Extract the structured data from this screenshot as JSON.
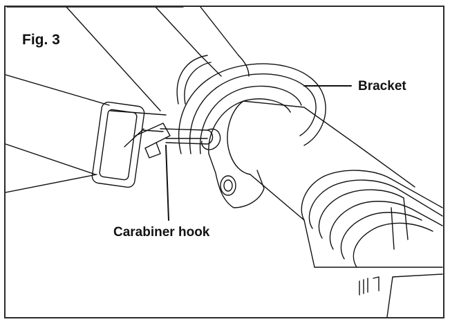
{
  "figure": {
    "label": "Fig. 3",
    "callouts": {
      "bracket": "Bracket",
      "carabiner": "Carabiner hook"
    }
  },
  "colors": {
    "line": "#111111",
    "frame": "#2a2a2a",
    "background": "#ffffff"
  }
}
